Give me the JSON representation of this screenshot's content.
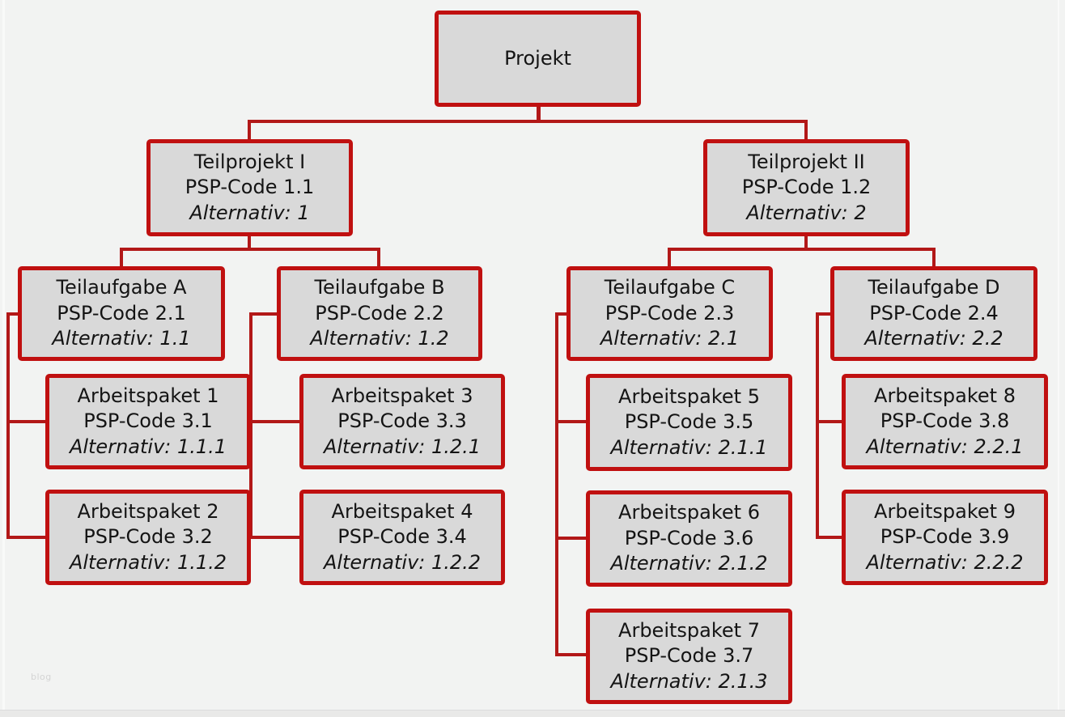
{
  "diagram_type": "project-structure-tree",
  "colors": {
    "background": "#f2f3f2",
    "box_fill": "#d9d9d9",
    "box_border_red": "#c01010",
    "connector_red": "#b21818",
    "text": "#141414"
  },
  "watermark": "blog",
  "nodes": {
    "projekt": {
      "title": "Projekt"
    },
    "tp1": {
      "title": "Teilprojekt I",
      "psp": "PSP-Code 1.1",
      "alt": "Alternativ: 1"
    },
    "tp2": {
      "title": "Teilprojekt II",
      "psp": "PSP-Code 1.2",
      "alt": "Alternativ: 2"
    },
    "ta_a": {
      "title": "Teilaufgabe A",
      "psp": "PSP-Code 2.1",
      "alt": "Alternativ: 1.1"
    },
    "ta_b": {
      "title": "Teilaufgabe B",
      "psp": "PSP-Code 2.2",
      "alt": "Alternativ: 1.2"
    },
    "ta_c": {
      "title": "Teilaufgabe C",
      "psp": "PSP-Code 2.3",
      "alt": "Alternativ: 2.1"
    },
    "ta_d": {
      "title": "Teilaufgabe D",
      "psp": "PSP-Code 2.4",
      "alt": "Alternativ: 2.2"
    },
    "ap1": {
      "title": "Arbeitspaket 1",
      "psp": "PSP-Code 3.1",
      "alt": "Alternativ: 1.1.1"
    },
    "ap2": {
      "title": "Arbeitspaket 2",
      "psp": "PSP-Code 3.2",
      "alt": "Alternativ: 1.1.2"
    },
    "ap3": {
      "title": "Arbeitspaket 3",
      "psp": "PSP-Code 3.3",
      "alt": "Alternativ: 1.2.1"
    },
    "ap4": {
      "title": "Arbeitspaket 4",
      "psp": "PSP-Code 3.4",
      "alt": "Alternativ: 1.2.2"
    },
    "ap5": {
      "title": "Arbeitspaket 5",
      "psp": "PSP-Code 3.5",
      "alt": "Alternativ: 2.1.1"
    },
    "ap6": {
      "title": "Arbeitspaket 6",
      "psp": "PSP-Code 3.6",
      "alt": "Alternativ: 2.1.2"
    },
    "ap7": {
      "title": "Arbeitspaket 7",
      "psp": "PSP-Code 3.7",
      "alt": "Alternativ: 2.1.3"
    },
    "ap8": {
      "title": "Arbeitspaket 8",
      "psp": "PSP-Code 3.8",
      "alt": "Alternativ: 2.2.1"
    },
    "ap9": {
      "title": "Arbeitspaket 9",
      "psp": "PSP-Code 3.9",
      "alt": "Alternativ: 2.2.2"
    }
  },
  "edges": [
    [
      "projekt",
      "tp1"
    ],
    [
      "projekt",
      "tp2"
    ],
    [
      "tp1",
      "ta_a"
    ],
    [
      "tp1",
      "ta_b"
    ],
    [
      "tp2",
      "ta_c"
    ],
    [
      "tp2",
      "ta_d"
    ],
    [
      "ta_a",
      "ap1"
    ],
    [
      "ta_a",
      "ap2"
    ],
    [
      "ta_b",
      "ap3"
    ],
    [
      "ta_b",
      "ap4"
    ],
    [
      "ta_c",
      "ap5"
    ],
    [
      "ta_c",
      "ap6"
    ],
    [
      "ta_c",
      "ap7"
    ],
    [
      "ta_d",
      "ap8"
    ],
    [
      "ta_d",
      "ap9"
    ]
  ]
}
